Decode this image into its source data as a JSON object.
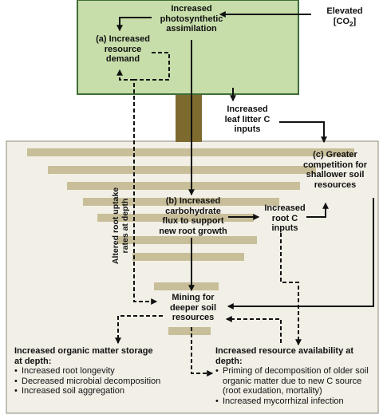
{
  "elevated_co2": {
    "line1": "Elevated",
    "line2": "[CO",
    "sub": "2",
    "close": "]"
  },
  "photosynthetic": {
    "line1": "Increased",
    "line2": "photosynthetic",
    "line3": "assimilation"
  },
  "resource_demand": {
    "line1": "(a) Increased",
    "line2": "resource",
    "line3": "demand"
  },
  "leaf_litter": {
    "line1": "Increased",
    "line2": "leaf litter C",
    "line3": "inputs"
  },
  "competition": {
    "line1": "(c) Greater",
    "line2": "competition for",
    "line3": "shallower soil",
    "line4": "resources"
  },
  "carbohydrate": {
    "line1": "(b) Increased",
    "line2": "carbohydrate",
    "line3": "flux to support",
    "line4": "new root growth"
  },
  "root_c": {
    "line1": "Increased",
    "line2": "root C",
    "line3": "inputs"
  },
  "uptake": {
    "line1": "Altered root uptake",
    "line2": "rates at depth"
  },
  "mining": {
    "line1": "Mining for",
    "line2": "deeper soil",
    "line3": "resources"
  },
  "om_storage": {
    "heading1": "Increased organic matter storage",
    "heading2": "at depth:",
    "items": [
      "Increased root longevity",
      "Decreased microbial decomposition",
      "Increased soil aggregation"
    ]
  },
  "availability": {
    "heading1": "Increased resource availability at",
    "heading2": "depth:",
    "item1_l1": "Priming of decomposition of older soil",
    "item1_l2": "organic matter due to new C source",
    "item1_l3": "(root exudation, mortality)",
    "item2": "Increased mycorrhizal infection"
  },
  "colors": {
    "canopy_fill": "#c7deaa",
    "canopy_border": "#3f6e36",
    "trunk": "#7d6a2e",
    "soil": "#f1efe6",
    "root_band": "#c8bf9a",
    "arrow": "#111111"
  }
}
